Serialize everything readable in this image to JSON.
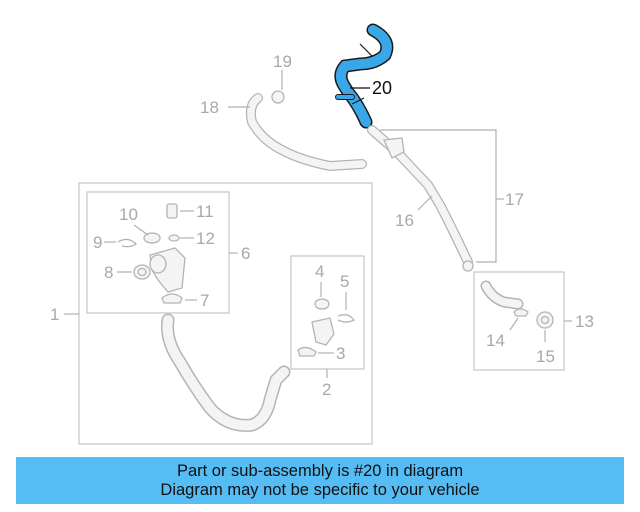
{
  "callouts": {
    "c1": "1",
    "c2": "2",
    "c3": "3",
    "c4": "4",
    "c5": "5",
    "c6": "6",
    "c7": "7",
    "c8": "8",
    "c9": "9",
    "c10": "10",
    "c11": "11",
    "c12": "12",
    "c13": "13",
    "c14": "14",
    "c15": "15",
    "c16": "16",
    "c17": "17",
    "c18": "18",
    "c19": "19",
    "c20": "20"
  },
  "highlight": {
    "part": "20",
    "color": "#3aa8e8"
  },
  "banner": {
    "line1": "Part or sub-assembly is #20 in diagram",
    "line2": "Diagram may not be specific to your vehicle",
    "color": "#56bdf4"
  }
}
